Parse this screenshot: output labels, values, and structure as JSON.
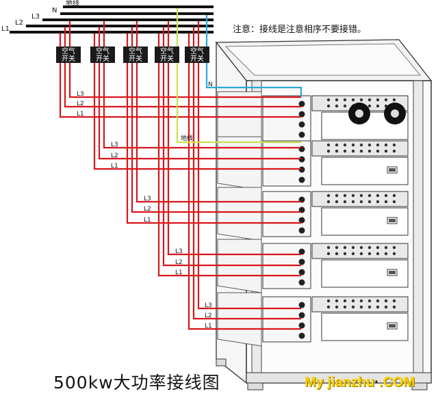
{
  "note": "注意：接线是注意相序不要接错。",
  "title": "500kw大功率接线图",
  "watermark": {
    "left": "My jianzhu",
    "right": ".COM"
  },
  "bus": {
    "ground": "地线",
    "neutral": "N",
    "l3": "L3",
    "l2": "L2",
    "l1": "L1"
  },
  "breaker_label": {
    "line1": "空气",
    "line2": "开关"
  },
  "breakers": [
    {
      "id": 1
    },
    {
      "id": 2
    },
    {
      "id": 3
    },
    {
      "id": 4
    },
    {
      "id": 5
    }
  ],
  "branch_labels": {
    "l3": "L3",
    "l2": "L2",
    "l1": "L1",
    "n": "N",
    "ground": "地线"
  },
  "colors": {
    "phase": "#d8141a",
    "neutral": "#2aa8d8",
    "ground": "#c8e04a",
    "bus": "#111111",
    "watermark": "#ffd400"
  }
}
